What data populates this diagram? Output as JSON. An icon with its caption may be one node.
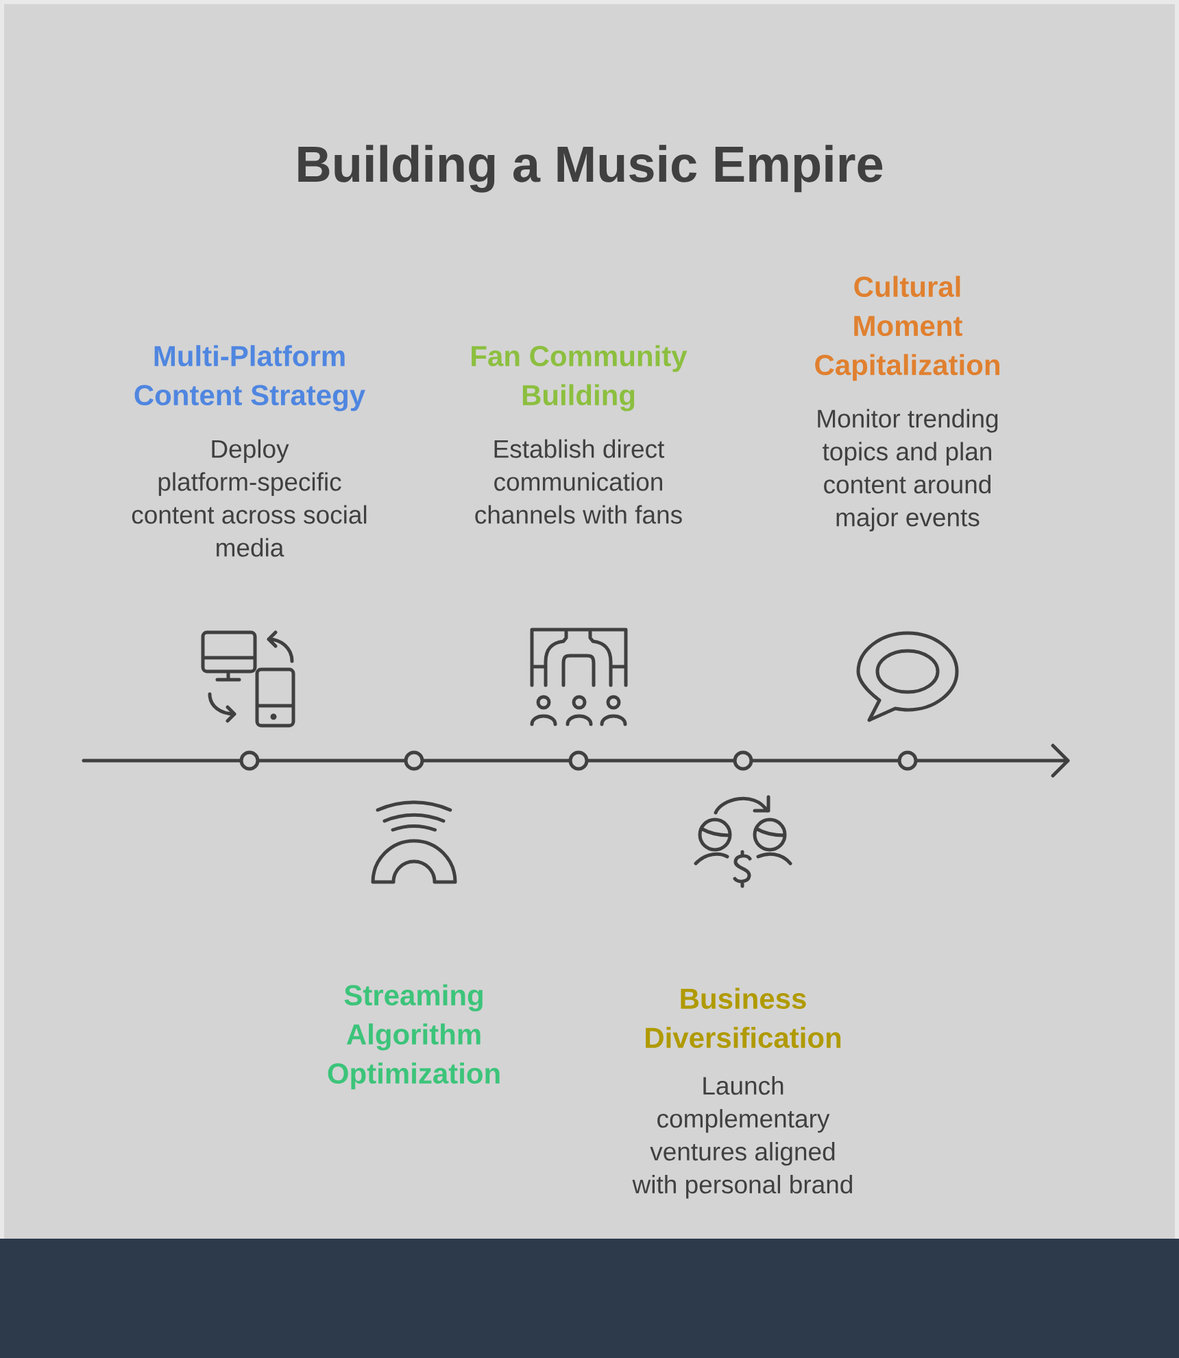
{
  "diagram": {
    "title": "Building a Music Empire",
    "nodes": [
      {
        "text": [
          "Multi-Platform Content Strategy",
          "Deploy platform-specific content across social media"
        ]
      },
      {
        "text": [
          "Streaming Algorithm Optimization"
        ]
      },
      {
        "text": [
          "Fan Community Building",
          "Establish direct communication channels with fans"
        ]
      },
      {
        "text": [
          "Business Diversification",
          "Launch complementary ventures aligned with personal brand"
        ]
      },
      {
        "text": [
          "Cultural Moment Capitalization",
          "Monitor trending topics and plan content around major events"
        ]
      }
    ]
  }
}
